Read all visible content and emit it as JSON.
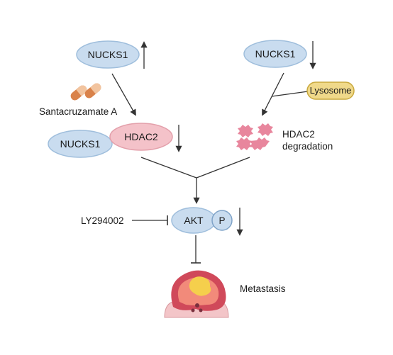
{
  "nodes": {
    "nucks1_left": "NUCKS1",
    "nucks1_right": "NUCKS1",
    "nucks1_complex": "NUCKS1",
    "hdac2_complex": "HDAC2",
    "lysosome": "Lysosome",
    "akt": "AKT",
    "phospho": "P"
  },
  "labels": {
    "drug": "Santacruzamate A",
    "hdac2_degradation_line1": "HDAC2",
    "hdac2_degradation_line2": "degradation",
    "inhibitor": "LY294002",
    "outcome": "Metastasis"
  },
  "regulation": {
    "nucks1_left": "up",
    "nucks1_right": "down",
    "hdac2_complex": "down",
    "akt_phospho": "down"
  },
  "icons": {
    "drug": "capsule-pills-icon",
    "degraded_protein": "degraded-protein-icon",
    "tumor": "tumor-icon"
  },
  "colors": {
    "nucks1_fill": "#c9dcef",
    "nucks1_stroke": "#9fbedc",
    "hdac2_fill": "#f4c2c9",
    "hdac2_stroke": "#e3a0ab",
    "lysosome_fill": "#f0d98a",
    "lysosome_stroke": "#c9a93e",
    "degraded_fill": "#e8869d",
    "akt_fill": "#c9dcef",
    "pill_fill": "#d9824a",
    "tumor_outer": "#d0495a",
    "tumor_inner": "#f28a7a",
    "tumor_core": "#f5cf4c",
    "tissue_fill": "#f3c5c8",
    "line_color": "#333333"
  }
}
